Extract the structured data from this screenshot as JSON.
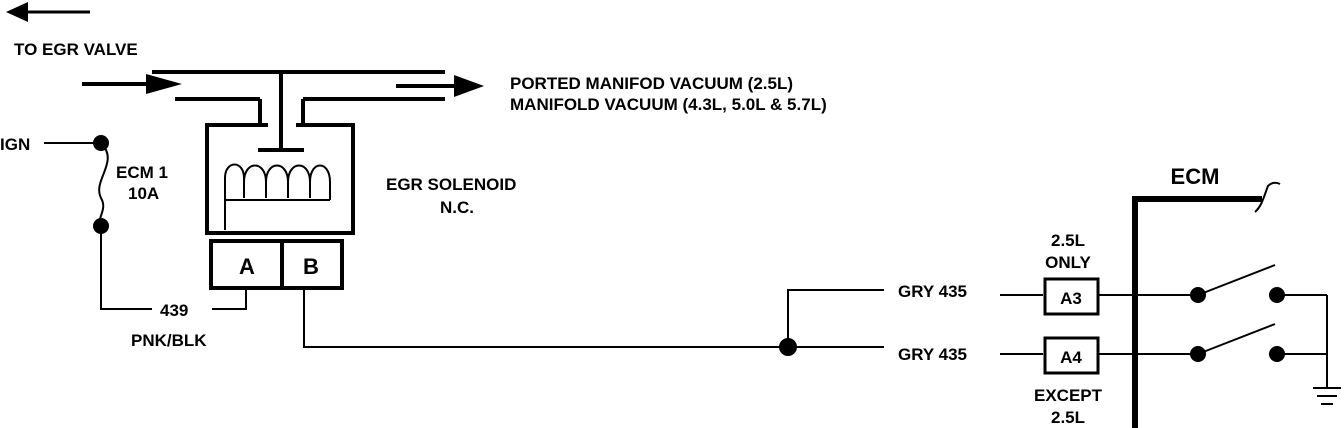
{
  "labels": {
    "to_egr_valve": "TO EGR VALVE",
    "ported_vacuum": "PORTED MANIFOD VACUUM (2.5L)",
    "manifold_vacuum": "MANIFOLD VACUUM (4.3L, 5.0L & 5.7L)",
    "ign": "IGN",
    "fuse_name": "ECM 1",
    "fuse_rating": "10A",
    "solenoid_name": "EGR SOLENOID",
    "solenoid_type": "N.C.",
    "terminal_a": "A",
    "terminal_b": "B",
    "wire_number": "439",
    "wire_color": "PNK/BLK",
    "ecm": "ECM",
    "gry_435_upper": "GRY 435",
    "gry_435_lower": "GRY 435",
    "pin_a3": "A3",
    "pin_a4": "A4",
    "note_a3_line1": "2.5L",
    "note_a3_line2": "ONLY",
    "note_a4_line1": "EXCEPT",
    "note_a4_line2": "2.5L"
  }
}
